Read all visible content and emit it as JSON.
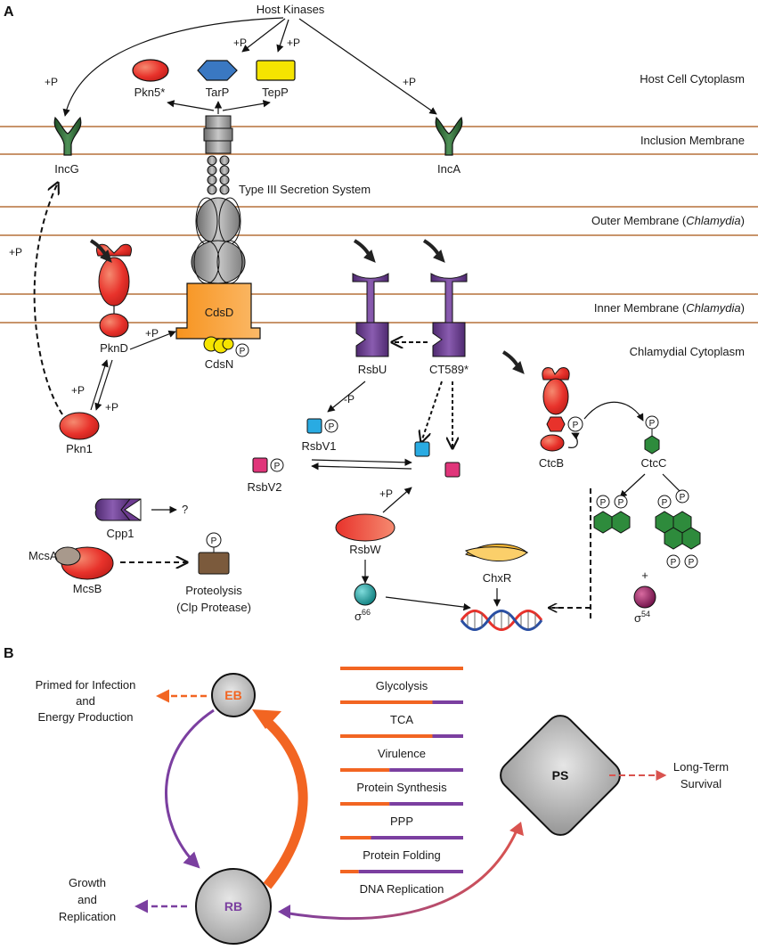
{
  "panels": {
    "a": "A",
    "b": "B"
  },
  "labels": {
    "host_kinases": "Host Kinases",
    "plus_p": "+P",
    "minus_p": "-P",
    "pkn5": "Pkn5*",
    "tarp": "TarP",
    "tepp": "TepP",
    "incg": "IncG",
    "inca": "IncA",
    "t3ss": "Type III Secretion System",
    "cdsd": "CdsD",
    "cdsn": "CdsN",
    "pknd": "PknD",
    "pkn1": "Pkn1",
    "rsbu": "RsbU",
    "ct589": "CT589*",
    "rsbv1": "RsbV1",
    "rsbv2": "RsbV2",
    "rsbw": "RsbW",
    "cpp1": "Cpp1",
    "question": "?",
    "mcsa": "McsA",
    "mcsb": "McsB",
    "proteolysis": "Proteolysis",
    "clp": "(Clp Protease)",
    "ctcb": "CtcB",
    "ctcc": "CtcC",
    "chxr": "ChxR",
    "sigma66": "σ",
    "sigma66_sup": "66",
    "sigma54": "σ",
    "sigma54_sup": "54",
    "plus": "+",
    "p_glyph": "P"
  },
  "compartments": {
    "host_cytoplasm": "Host Cell Cytoplasm",
    "inclusion_membrane": "Inclusion Membrane",
    "outer_membrane": "Outer Membrane (",
    "inner_membrane": "Inner Membrane (",
    "chlamydia": "Chlamydia",
    "close_paren": ")",
    "chlamydial_cytoplasm": "Chlamydial Cytoplasm"
  },
  "panel_b": {
    "eb": "EB",
    "rb": "RB",
    "ps": "PS",
    "eb_out_1": "Primed for Infection",
    "eb_out_2": "and",
    "eb_out_3": "Energy Production",
    "rb_out_1": "Growth",
    "rb_out_2": "and",
    "rb_out_3": "Replication",
    "ps_out_1": "Long-Term",
    "ps_out_2": "Survival",
    "pathways": [
      {
        "name": "Glycolysis",
        "eb_fraction": 1.0
      },
      {
        "name": "TCA",
        "eb_fraction": 0.75
      },
      {
        "name": "Virulence",
        "eb_fraction": 0.75
      },
      {
        "name": "Protein Synthesis",
        "eb_fraction": 0.4
      },
      {
        "name": "PPP",
        "eb_fraction": 0.4
      },
      {
        "name": "Protein Folding",
        "eb_fraction": 0.25
      },
      {
        "name": "DNA Replication",
        "eb_fraction": 0.15
      }
    ]
  },
  "colors": {
    "eb_orange": "#f26522",
    "rb_purple": "#7b3fa0",
    "ps_red": "#d9534f",
    "membrane": "#b5713a",
    "inc_green": "#2e6b35",
    "kinase_red": "#e8322b",
    "cdsd_orange": "#f7931e",
    "rsb_purple": "#6d3b91",
    "ctc_green": "#2e8b3c",
    "chxr_orange": "#f7b733",
    "sigma66_teal": "#149a9a",
    "sigma54_maroon": "#8b1a5c",
    "tarp_blue": "#3a78c2",
    "tepp_yellow": "#f5e400",
    "rsbv1_cyan": "#29abe2",
    "rsbv2_pink": "#e0357a",
    "mcs_brown": "#7b5a3c",
    "t3ss_gray": "#8c8c8c"
  }
}
